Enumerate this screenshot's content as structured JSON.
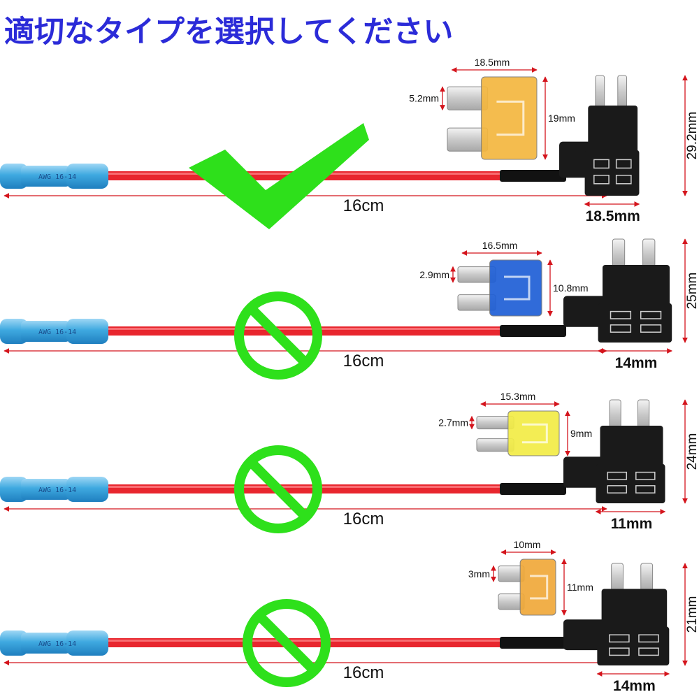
{
  "title": "適切なタイプを選択してください",
  "terminal_label": "AWG 16-14",
  "colors": {
    "title": "#2b2bd8",
    "wire": "#e8262e",
    "terminal": "#3fa9e0",
    "holder": "#1a1a1a",
    "dimension": "#d4141c",
    "check": "#2ee01b",
    "prohibit": "#2ee01b"
  },
  "rows": [
    {
      "status_icon": "check-icon",
      "wire_length": "16cm",
      "fuse_color": "#f4b73f",
      "fuse_width": "18.5mm",
      "fuse_blade": "5.2mm",
      "fuse_height": "19mm",
      "holder_height": "29.2mm",
      "holder_width": "18.5mm"
    },
    {
      "status_icon": "prohibited-icon",
      "wire_length": "16cm",
      "fuse_color": "#1f5fd6",
      "fuse_width": "16.5mm",
      "fuse_blade": "2.9mm",
      "fuse_height": "10.8mm",
      "holder_height": "25mm",
      "holder_width": "14mm"
    },
    {
      "status_icon": "prohibited-icon",
      "wire_length": "16cm",
      "fuse_color": "#f2ec46",
      "fuse_width": "15.3mm",
      "fuse_blade": "2.7mm",
      "fuse_height": "9mm",
      "holder_height": "24mm",
      "holder_width": "11mm"
    },
    {
      "status_icon": "prohibited-icon",
      "wire_length": "16cm",
      "fuse_color": "#f0a93a",
      "fuse_width": "10mm",
      "fuse_blade": "3mm",
      "fuse_height": "11mm",
      "holder_height": "21mm",
      "holder_width": "14mm"
    }
  ]
}
